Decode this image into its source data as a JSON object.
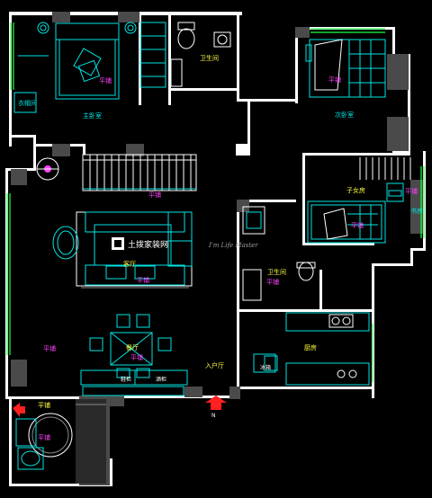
{
  "labels": {
    "bedroom_main": "主卧室",
    "bedroom_main_floor": "平铺",
    "walkin": "衣帽间",
    "bath1": "卫生间",
    "bedroom2": "次卧室",
    "bedroom2_floor": "平铺",
    "study": "书房",
    "study_floor": "平铺",
    "kids_room": "子女房",
    "kids_floor": "平铺",
    "bath2": "卫生间",
    "bath2_floor": "平铺",
    "living": "客厅",
    "living_floor": "平铺",
    "dining": "餐厅",
    "dining_floor": "平铺",
    "corridor_floor": "平铺",
    "entry": "入户厅",
    "kitchen": "厨房",
    "kitchen_sub": "冰箱",
    "cabinet_left": "鞋柜",
    "cabinet_right": "酒柜",
    "side_floor": "平铺",
    "side_floor2": "平铺",
    "entrance_mark": "N"
  },
  "watermark": {
    "brand": "土拨家装网",
    "script": "I'm Life Master"
  },
  "colors": {
    "background": "#000000",
    "wall": "#ffffff",
    "furniture": "#00e5e5",
    "window": "#22ff44",
    "room_label": "#ff40ff",
    "accent_label": "#ffff40",
    "entry_arrow": "#ff2020"
  }
}
